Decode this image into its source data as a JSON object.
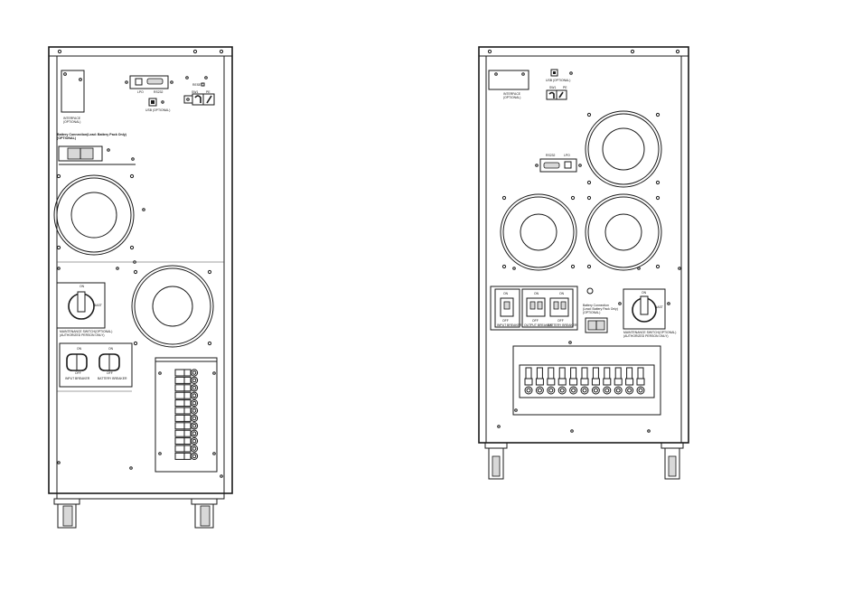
{
  "left_unit": {
    "interface_label": "INTERFACE\n(OPTIONAL)",
    "port_labels": [
      "LPO",
      "RS232"
    ],
    "usb_label": "USB\n(OPTIONAL)",
    "reset_label": "RESET",
    "switch_labels": [
      "SW1",
      "PE"
    ],
    "battery_header": "Battery Connection(Lead: Battery Pack Only)\n(OPTIONAL)",
    "maintenance_labels": [
      "ON",
      "BAST"
    ],
    "maintenance_caption": "MAINTENANCE SWITCH(OPTIONAL)\n(AUTHORIZED PERSON ONLY)",
    "breaker_on": [
      "ON",
      "ON"
    ],
    "breaker_off": [
      "OFF",
      "OFF"
    ],
    "breaker_captions": [
      "INPUT BREAKER",
      "BATTERY BREAKER"
    ]
  },
  "right_unit": {
    "interface_label": "INTERFACE\n(OPTIONAL)",
    "usb_label": "USB\n(OPTIONAL)",
    "switch_labels": [
      "SW1",
      "PE"
    ],
    "port_labels": [
      "RS232",
      "LPO"
    ],
    "breaker_on": [
      "ON",
      "ON",
      "ON"
    ],
    "breaker_off": [
      "OFF",
      "OFF",
      "OFF"
    ],
    "breaker_captions": [
      "INPUT BREAKER",
      "OUTPUT BREAKER",
      "BATTERY BREAKER"
    ],
    "battery_header": "Battery Connection\n(Lead: Battery Pack Only)\n(OPTIONAL)",
    "maintenance_labels": [
      "ON",
      "BAST"
    ],
    "maintenance_caption": "MAINTENANCE SWITCH(OPTIONAL)\n(AUTHORIZED PERSON ONLY)"
  }
}
